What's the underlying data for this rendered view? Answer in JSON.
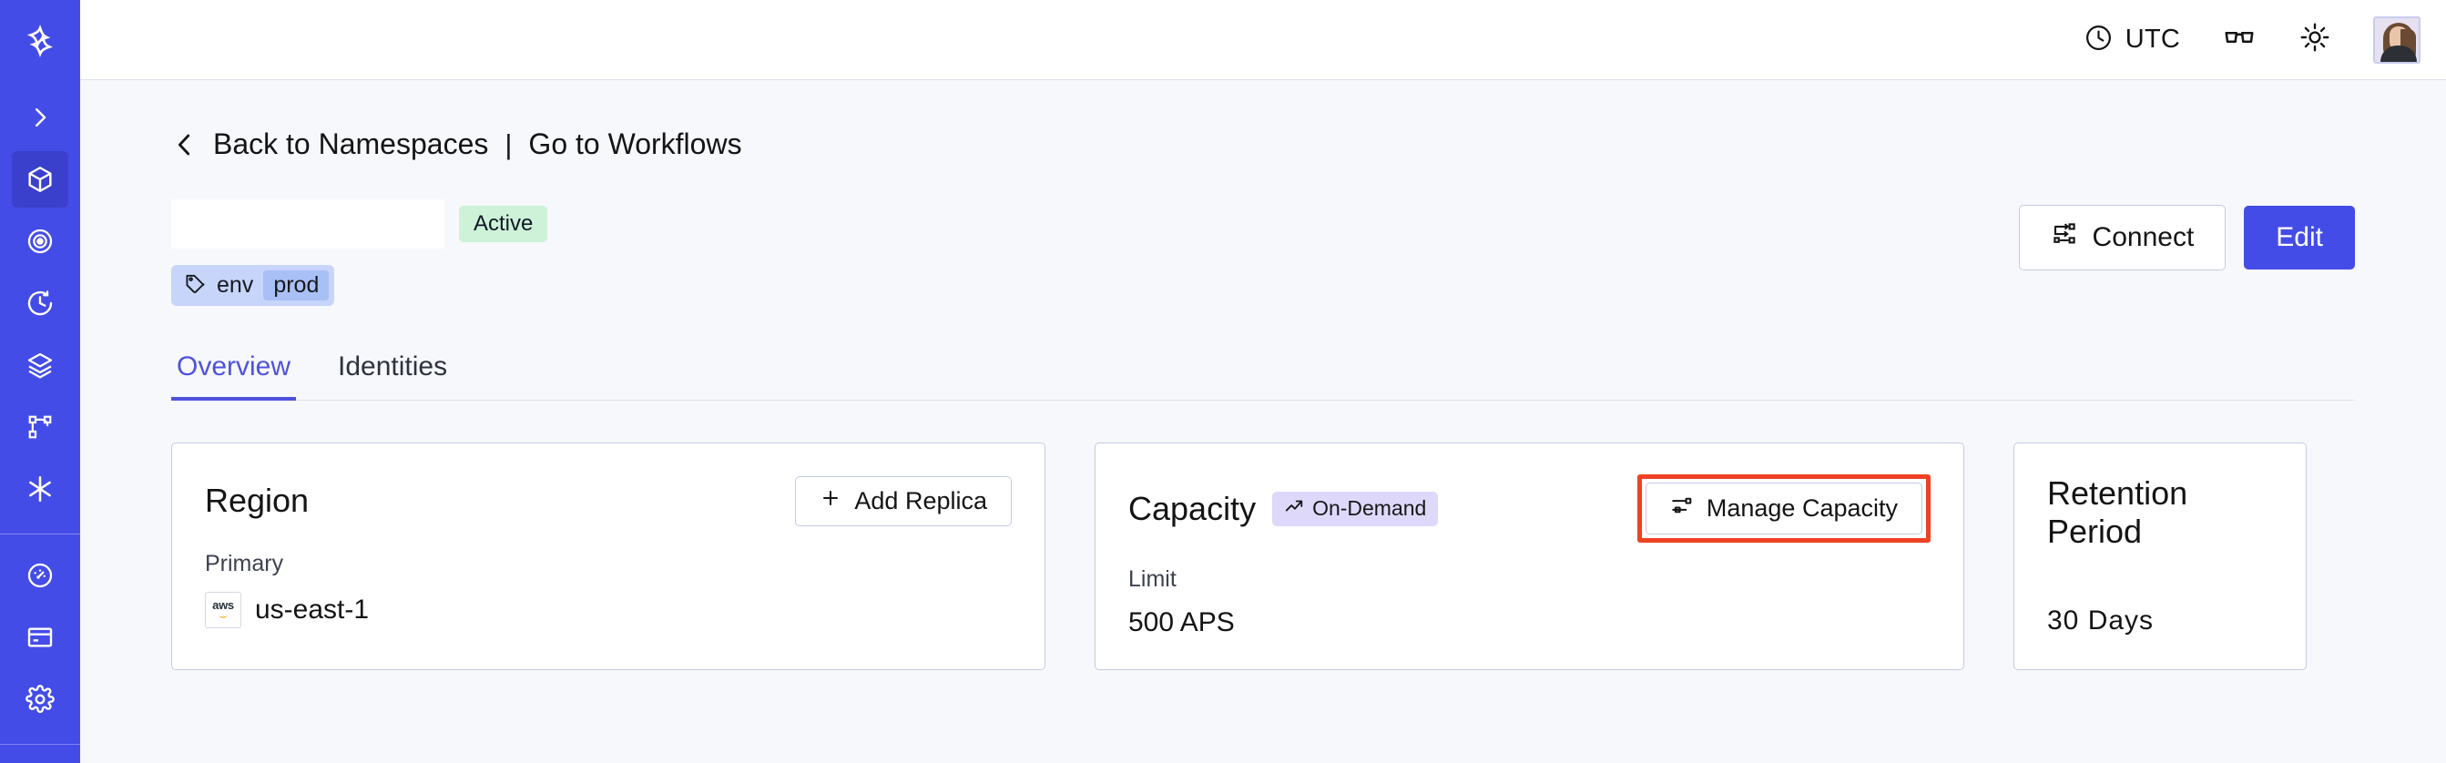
{
  "sidebar": {
    "logo": {
      "name": "temporal-logo"
    },
    "items": [
      {
        "name": "expand-sidebar",
        "icon": "chevron-right-icon",
        "active": false
      },
      {
        "name": "namespaces",
        "icon": "cube-icon",
        "active": true
      },
      {
        "name": "observability",
        "icon": "eye-icon",
        "active": false
      },
      {
        "name": "schedules",
        "icon": "clock-arrow-icon",
        "active": false
      },
      {
        "name": "batch-operations",
        "icon": "layers-icon",
        "active": false
      },
      {
        "name": "workflows",
        "icon": "workflow-graph-icon",
        "active": false
      },
      {
        "name": "nexus",
        "icon": "asterisk-icon",
        "active": false
      }
    ],
    "items_lower": [
      {
        "name": "usage",
        "icon": "gauge-icon",
        "active": false
      },
      {
        "name": "billing",
        "icon": "credit-card-icon",
        "active": false
      },
      {
        "name": "settings",
        "icon": "gear-icon",
        "active": false
      }
    ]
  },
  "topbar": {
    "timezone_label": "UTC",
    "timezone_icon": "clock-icon",
    "glasses_icon": "glasses-icon",
    "theme_icon": "sun-icon",
    "avatar": "user-avatar"
  },
  "breadcrumb": {
    "back_icon": "chevron-left-icon",
    "back_label": "Back to Namespaces",
    "separator": "|",
    "link_label": "Go to Workflows"
  },
  "header": {
    "namespace_name": "",
    "status_badge": "Active",
    "tag": {
      "icon": "tag-icon",
      "key": "env",
      "value": "prod"
    },
    "connect_label": "Connect",
    "connect_icon": "connect-icon",
    "edit_label": "Edit"
  },
  "tabs": [
    {
      "label": "Overview",
      "active": true
    },
    {
      "label": "Identities",
      "active": false
    }
  ],
  "cards": {
    "region": {
      "title": "Region",
      "action_label": "Add Replica",
      "action_icon": "plus-icon",
      "sub_label": "Primary",
      "provider_icon": "aws-logo",
      "value": "us-east-1"
    },
    "capacity": {
      "title": "Capacity",
      "badge_label": "On-Demand",
      "badge_icon": "trending-up-icon",
      "action_label": "Manage Capacity",
      "action_icon": "sliders-icon",
      "sub_label": "Limit",
      "value": "500 APS",
      "highlight_color": "#ef4123"
    },
    "retention": {
      "title": "Retention Period",
      "value": "30  Days"
    }
  },
  "colors": {
    "sidebar": "#444ce7",
    "primary": "#444ce7",
    "active_badge_bg": "#cdf2d7",
    "demand_badge_bg": "#ded8fb",
    "tag_bg": "#c7d5fb",
    "page_bg": "#f7f8fb",
    "highlight": "#ef4123"
  }
}
